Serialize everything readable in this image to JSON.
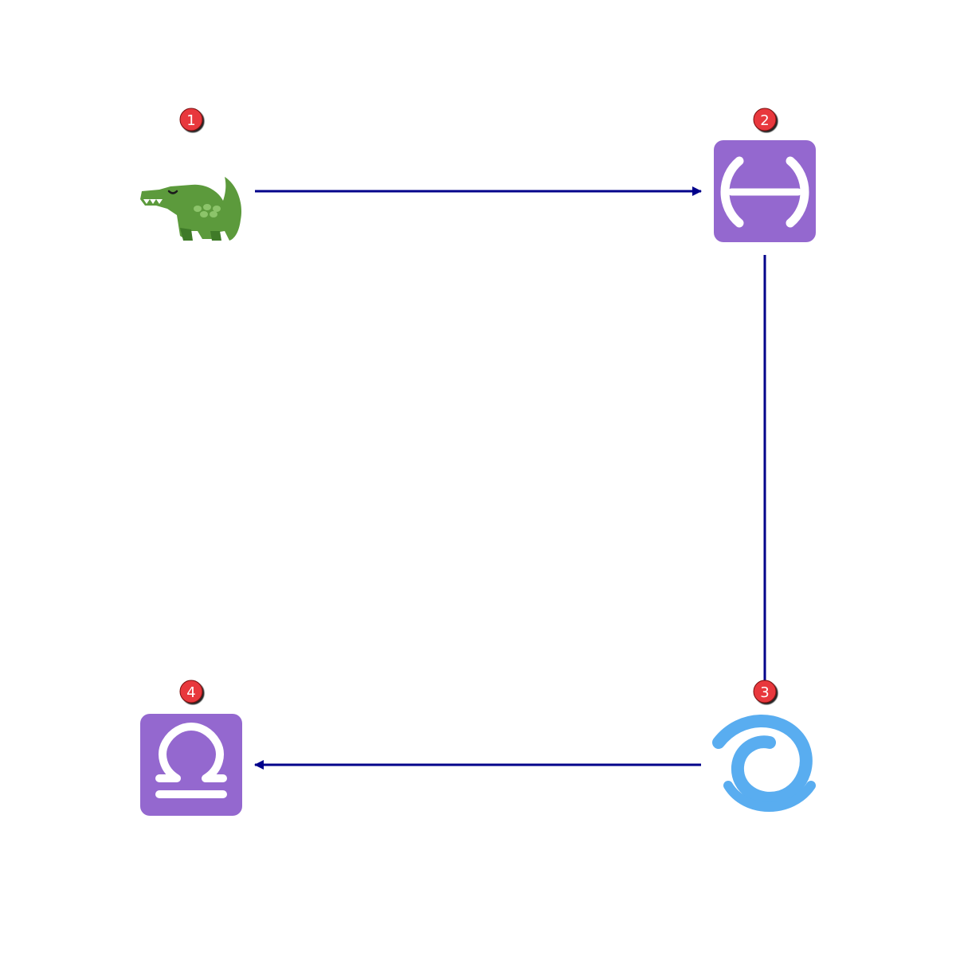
{
  "nodes": [
    {
      "id": "node-1",
      "badge": "1",
      "icon": "crocodile-icon"
    },
    {
      "id": "node-2",
      "badge": "2",
      "icon": "pisces-icon"
    },
    {
      "id": "node-3",
      "badge": "3",
      "icon": "cyclone-icon"
    },
    {
      "id": "node-4",
      "badge": "4",
      "icon": "libra-icon"
    }
  ],
  "edges": [
    {
      "from": "1",
      "to": "2",
      "arrow": "end"
    },
    {
      "from": "2",
      "to": "3",
      "arrow": "none"
    },
    {
      "from": "3",
      "to": "4",
      "arrow": "end"
    }
  ],
  "colors": {
    "edge": "#00008b",
    "badge": "#e8393e",
    "zodiac_tile": "#9468cf",
    "crocodile": "#5c9a3c",
    "cyclone": "#59adf0"
  }
}
